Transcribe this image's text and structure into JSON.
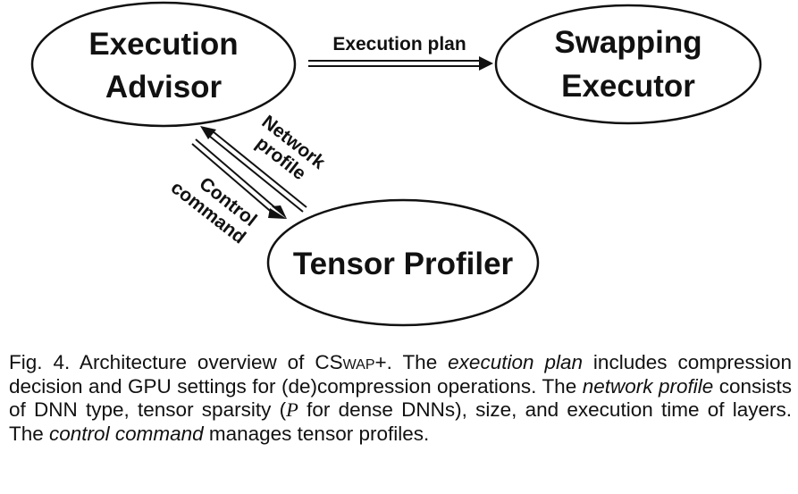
{
  "diagram": {
    "nodes": {
      "execution_advisor": {
        "line1": "Execution",
        "line2": "Advisor"
      },
      "swapping_executor": {
        "line1": "Swapping",
        "line2": "Executor"
      },
      "tensor_profiler": {
        "line1": "Tensor Profiler"
      }
    },
    "edges": {
      "execution_plan": {
        "label": "Execution plan"
      },
      "network_profile": {
        "line1": "Network",
        "line2": "profile"
      },
      "control_command": {
        "line1": "Control",
        "line2": "command"
      }
    }
  },
  "caption": {
    "prefix": "Fig. 4. Architecture overview of ",
    "system_prefix": "C",
    "system_sc": "Swap+",
    "part1": ". The ",
    "term_execution_plan": "execution plan",
    "part2": " includes compression decision and GPU settings for (de)compression operations. The ",
    "term_network_profile": "network profile",
    "part3": " consists of DNN type, tensor sparsity (",
    "variable": "P",
    "part4": " for dense DNNs), size, and execution time of layers. The ",
    "term_control_command": "control command",
    "part5": " manages tensor profiles."
  }
}
